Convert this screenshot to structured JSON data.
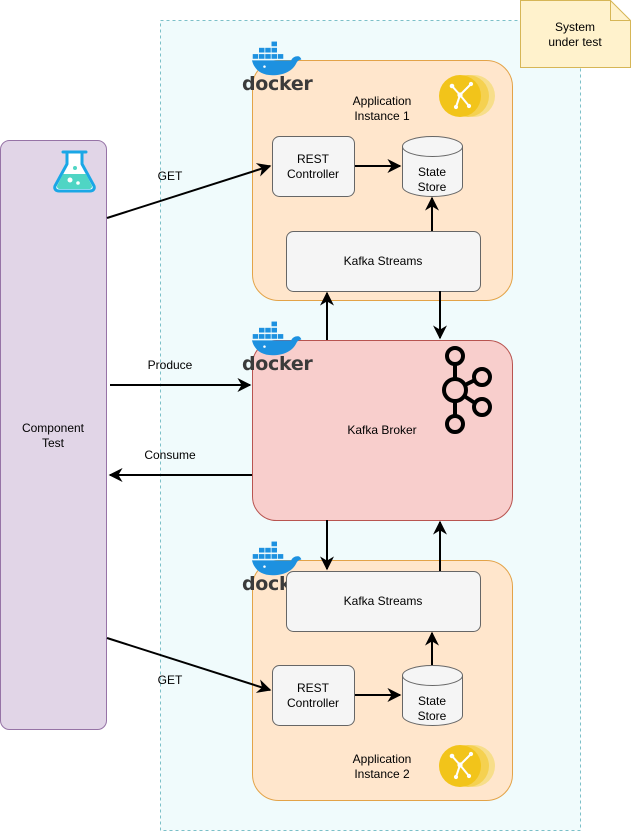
{
  "colors": {
    "system_boundary_fill": "#f0fbfc",
    "system_boundary_stroke": "#7cc0c8",
    "note_fill": "#fff2cc",
    "note_stroke": "#d6b656",
    "component_test_fill": "#e1d5e7",
    "component_test_stroke": "#9673a6",
    "app_instance_fill": "#ffe6cc",
    "app_instance_stroke": "#e3a348",
    "broker_fill": "#f8cecc",
    "broker_stroke": "#b85450",
    "inner_box_fill": "#f5f5f5",
    "inner_box_stroke": "#666666",
    "docker_blue": "#1d91e0",
    "gold_badge": "#f2c41a",
    "flask_blue": "#1aa7e6",
    "flask_liquid": "#4fd5c4"
  },
  "note": {
    "line1": "System",
    "line2": "under test"
  },
  "component_test": {
    "line1": "Component",
    "line2": "Test",
    "icon": "test-flask-icon"
  },
  "instance1": {
    "line1": "Application",
    "line2": "Instance 1",
    "rest_line1": "REST",
    "rest_line2": "Controller",
    "store_line1": "State",
    "store_line2": "Store",
    "streams": "Kafka Streams",
    "docker": "docker",
    "icon": "kafka-streams-icon"
  },
  "broker": {
    "label": "Kafka Broker",
    "docker": "docker",
    "icon": "kafka-icon"
  },
  "instance2": {
    "line1": "Application",
    "line2": "Instance 2",
    "rest_line1": "REST",
    "rest_line2": "Controller",
    "store_line1": "State",
    "store_line2": "Store",
    "streams": "Kafka Streams",
    "docker": "docker",
    "icon": "kafka-streams-icon"
  },
  "edges": {
    "get_top": "GET",
    "produce": "Produce",
    "consume": "Consume",
    "get_bottom": "GET"
  }
}
